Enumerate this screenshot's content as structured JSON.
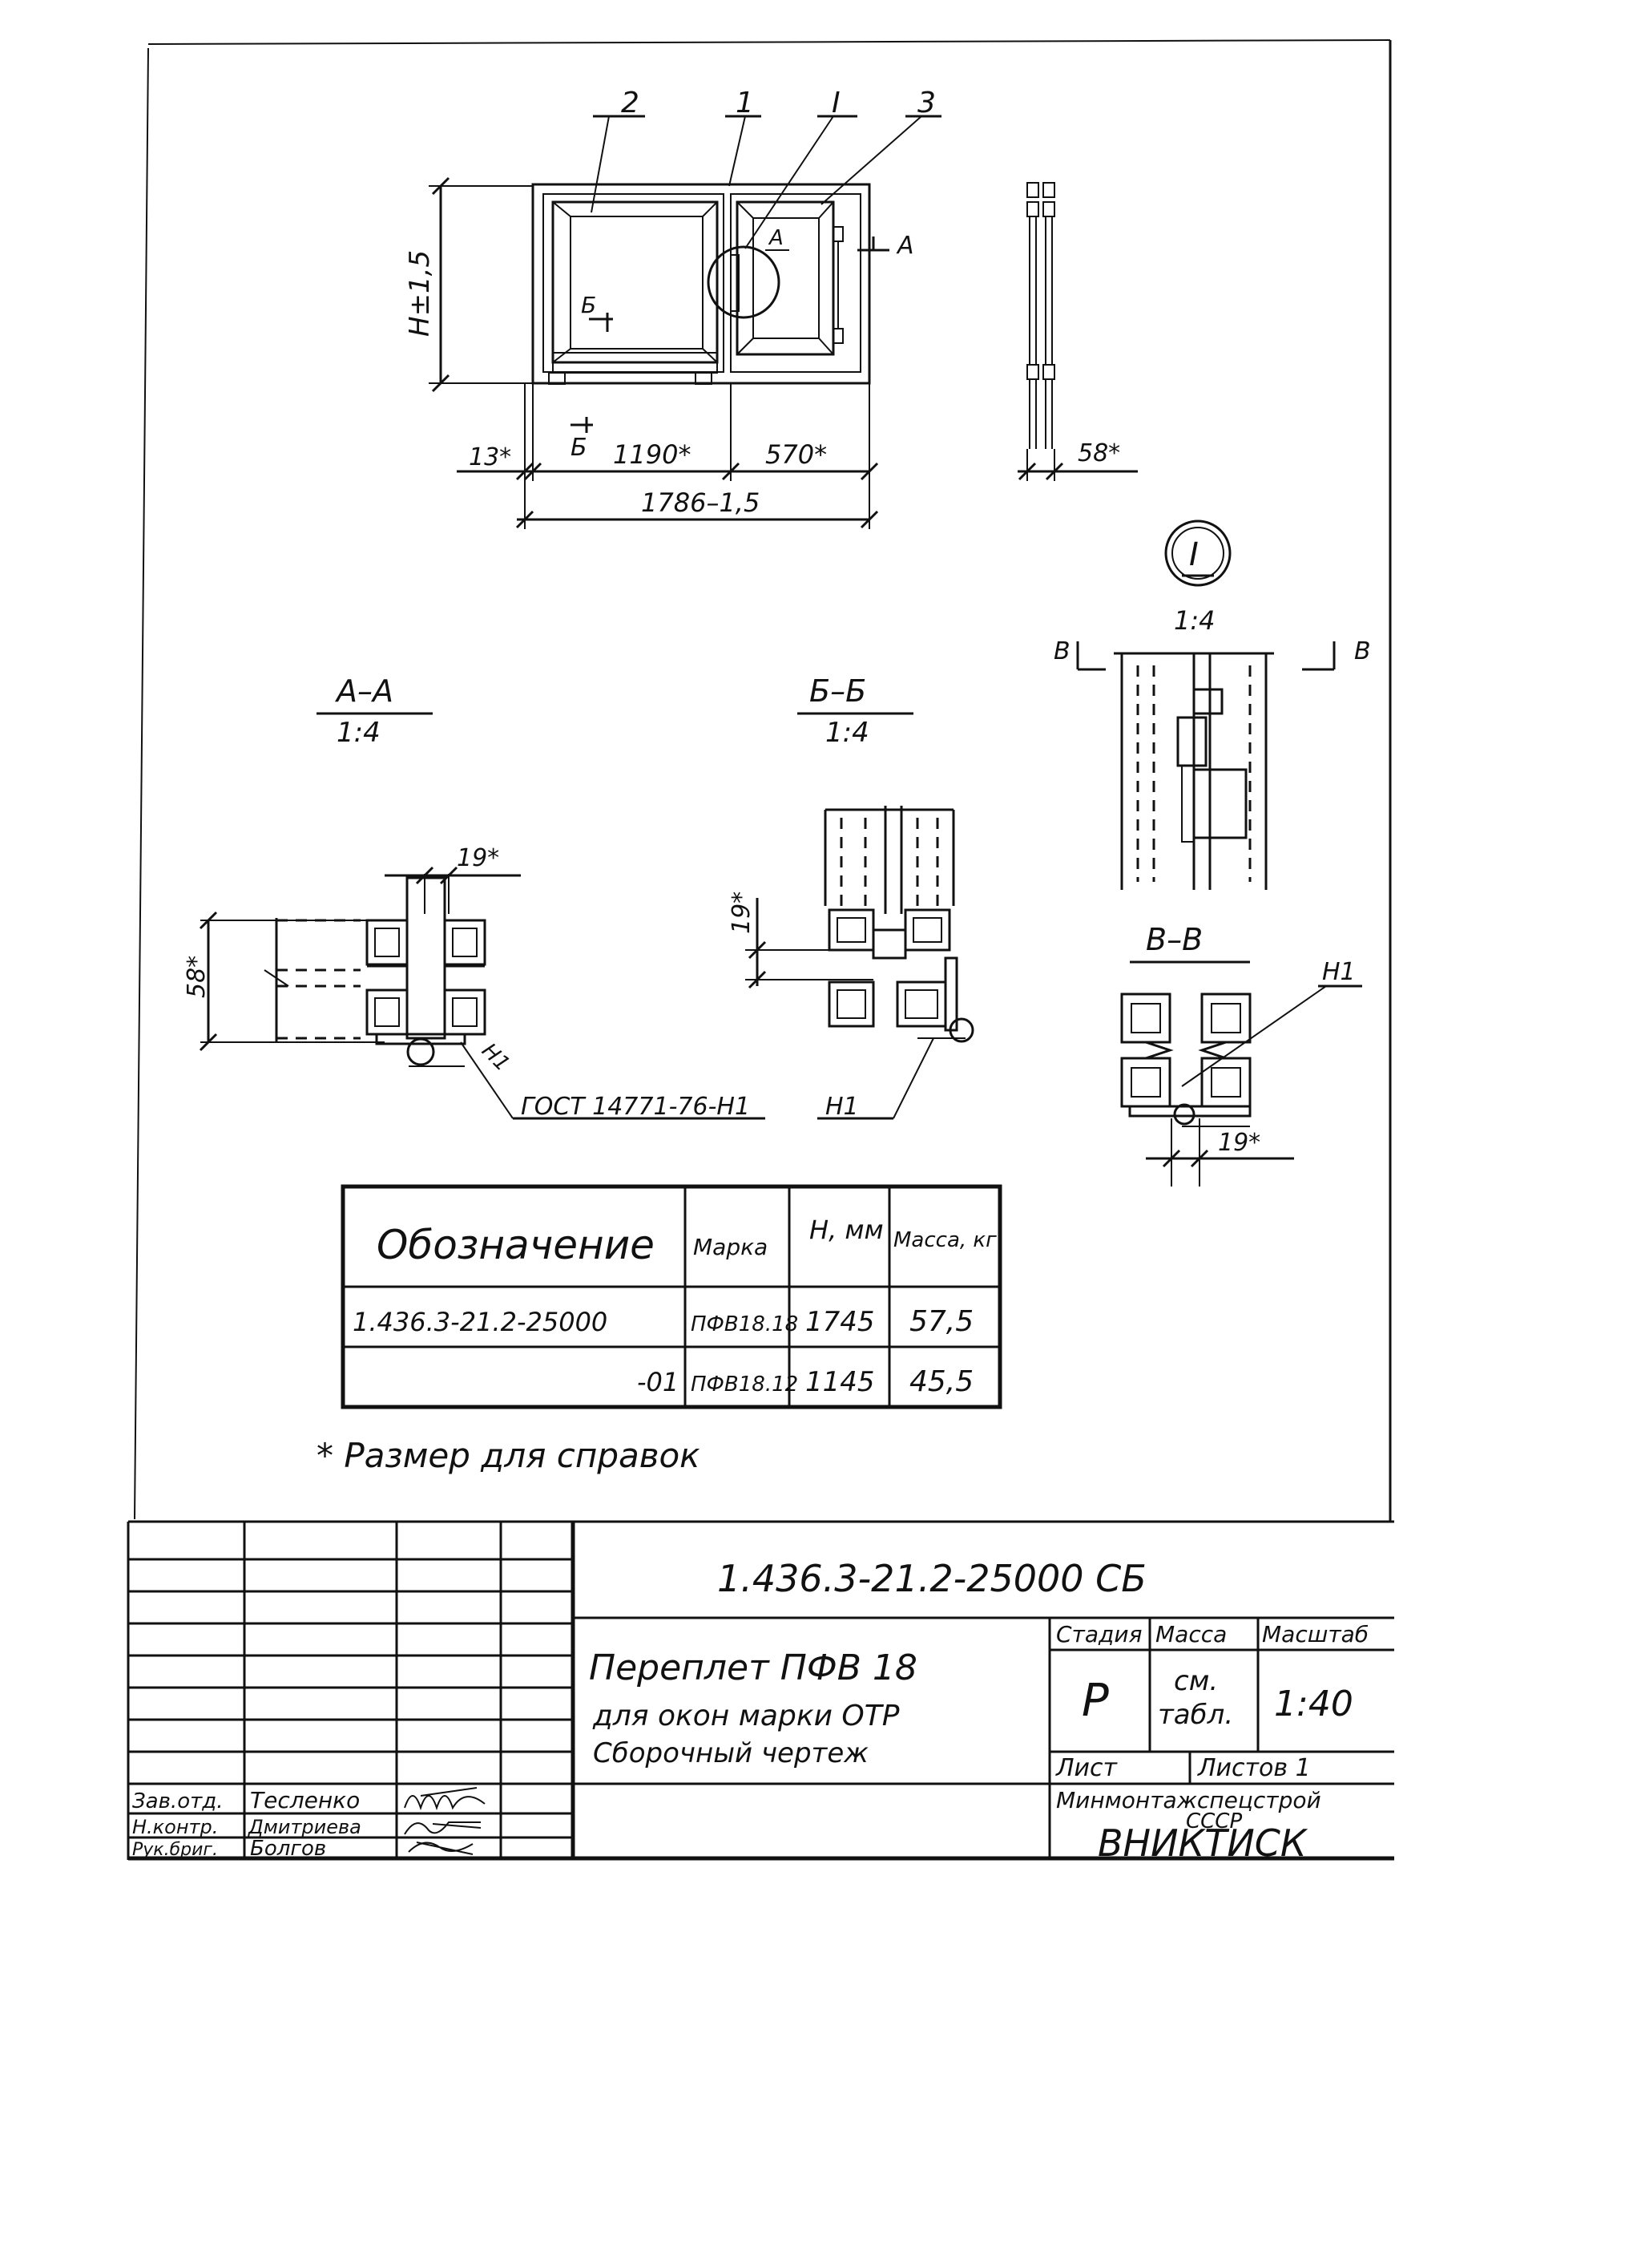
{
  "elevation": {
    "callouts": [
      "2",
      "1",
      "I",
      "3"
    ],
    "height_dim": "H±1,5",
    "dims_bottom": [
      "13*",
      "1190*",
      "570*"
    ],
    "overall_width": "1786–1,5",
    "section_mark_a": "A",
    "section_mark_b": "Б",
    "side_dim": "58*"
  },
  "detail_i": {
    "label": "I",
    "scale": "1:4",
    "section_mark": "B"
  },
  "section_aa": {
    "title": "A–A",
    "scale": "1:4",
    "dim_top": "19*",
    "dim_left": "58*",
    "leader_label": "ГОСТ 14771-76-Н1",
    "weld_label": "Н1"
  },
  "section_bb": {
    "title": "Б–Б",
    "scale": "1:4",
    "dim_left": "19*",
    "weld_label": "Н1"
  },
  "section_vv": {
    "title": "В–В",
    "weld_label": "Н1",
    "dim_bottom": "19*"
  },
  "spec_table": {
    "headers": [
      "Обозначение",
      "Марка",
      "Н, мм",
      "Масса, кг"
    ],
    "rows": [
      [
        "1.436.3-21.2-25000",
        "ПФВ18.18",
        "1745",
        "57,5"
      ],
      [
        "-01",
        "ПФВ18.12",
        "1145",
        "45,5"
      ]
    ]
  },
  "note": "* Размер для справок",
  "title_block": {
    "doc_code": "1.436.3-21.2-25000 СБ",
    "title_line1": "Переплет ПФВ 18",
    "title_line2": "для окон марки ОТР",
    "title_line3": "Сборочный чертеж",
    "stage_header": "Стадия",
    "mass_header": "Масса",
    "scale_header": "Масштаб",
    "stage": "Р",
    "mass_line1": "см.",
    "mass_line2": "табл.",
    "scale": "1:40",
    "sheet_label": "Лист",
    "sheets_label": "Листов 1",
    "org_line1": "Минмонтажспецстрой",
    "org_line2": "СССР",
    "org_name": "ВНИКТИСК",
    "signatures": [
      {
        "role": "Зав.отд.",
        "name": "Тесленко"
      },
      {
        "role": "Н.контр.",
        "name": "Дмитриева"
      },
      {
        "role": "Рук.бриг.",
        "name": "Болгов"
      }
    ]
  }
}
